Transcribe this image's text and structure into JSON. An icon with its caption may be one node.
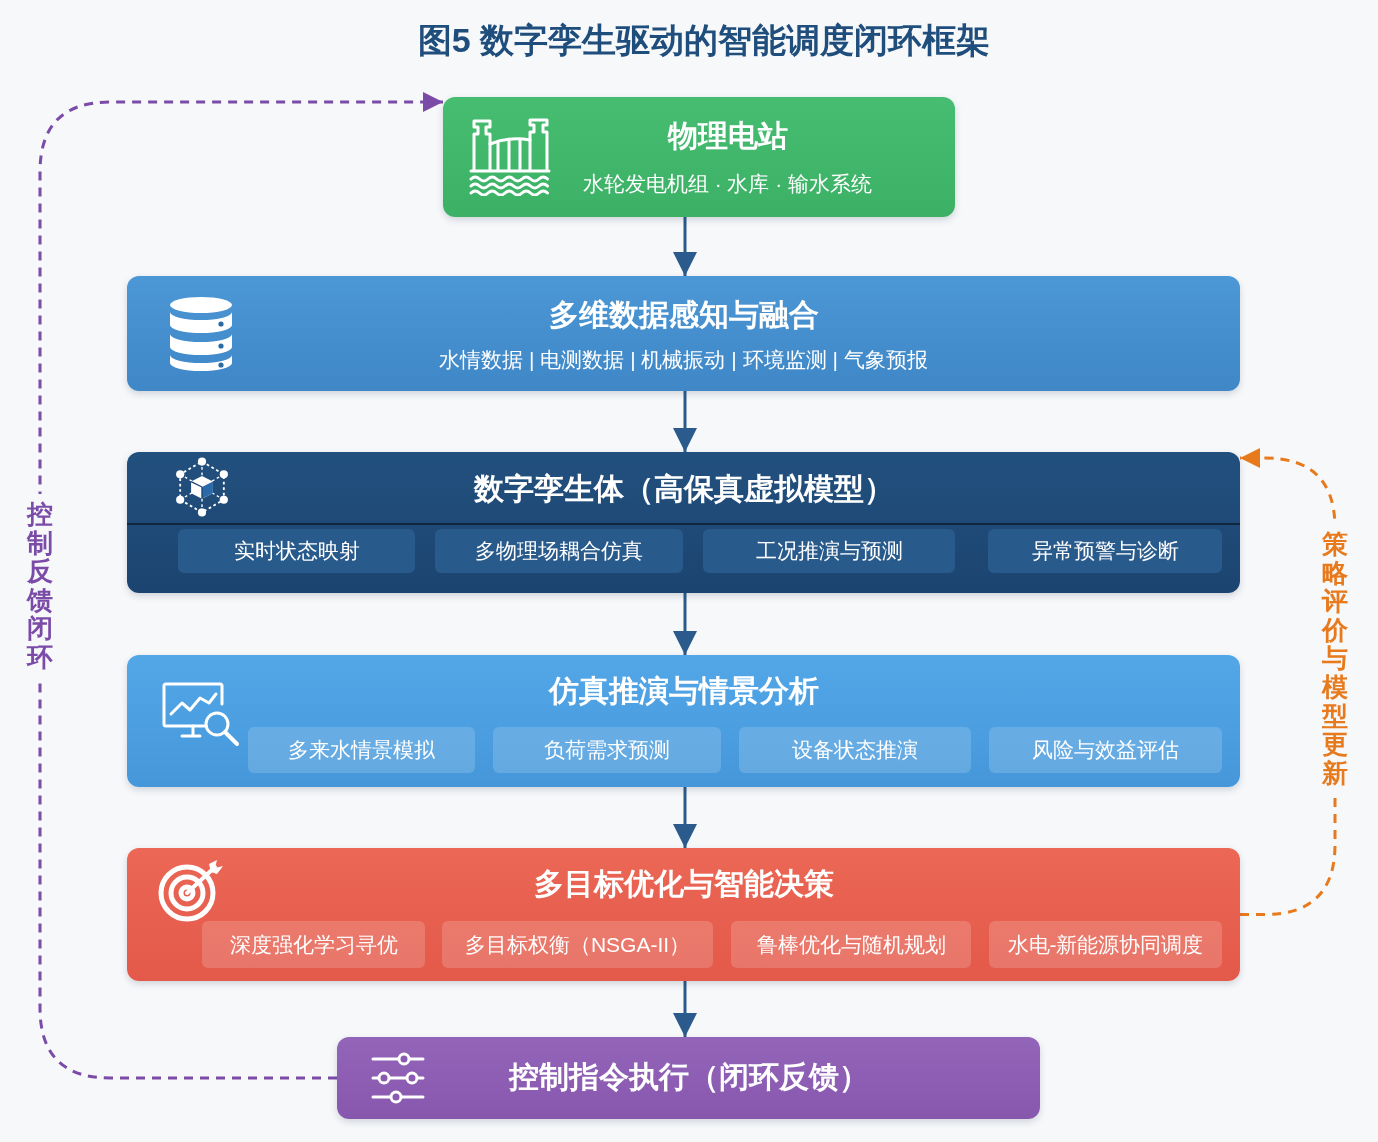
{
  "diagram": {
    "title": "图5 数字孪生驱动的智能调度闭环框架",
    "nodes": [
      {
        "text": [
          "物理电站",
          "水轮发电机组 · 水库 · 输水系统"
        ]
      },
      {
        "text": [
          "多维数据感知与融合",
          "水情数据 | 电测数据 | 机械振动 | 环境监测 | 气象预报"
        ]
      },
      {
        "text": [
          "数字孪生体（高保真虚拟模型）"
        ]
      },
      {
        "text": [
          "实时状态映射"
        ],
        "in": 2
      },
      {
        "text": [
          "多物理场耦合仿真"
        ],
        "in": 2
      },
      {
        "text": [
          "工况推演与预测"
        ],
        "in": 2
      },
      {
        "text": [
          "异常预警与诊断"
        ],
        "in": 2
      },
      {
        "text": [
          "仿真推演与情景分析"
        ]
      },
      {
        "text": [
          "多来水情景模拟"
        ],
        "in": 7
      },
      {
        "text": [
          "负荷需求预测"
        ],
        "in": 7
      },
      {
        "text": [
          "设备状态推演"
        ],
        "in": 7
      },
      {
        "text": [
          "风险与效益评估"
        ],
        "in": 7
      },
      {
        "text": [
          "多目标优化与智能决策"
        ]
      },
      {
        "text": [
          "深度强化学习寻优"
        ],
        "in": 12
      },
      {
        "text": [
          "多目标权衡（NSGA-II）"
        ],
        "in": 12
      },
      {
        "text": [
          "鲁棒优化与随机规划"
        ],
        "in": 12
      },
      {
        "text": [
          "水电-新能源协同调度"
        ],
        "in": 12
      },
      {
        "text": [
          "控制指令执行（闭环反馈）"
        ]
      }
    ],
    "edges": [
      {
        "from": 0,
        "to": 1,
        "arrow": "to"
      },
      {
        "from": 1,
        "to": 2,
        "arrow": "to"
      },
      {
        "from": 2,
        "to": 7,
        "arrow": "to"
      },
      {
        "from": 7,
        "to": 12,
        "arrow": "to"
      },
      {
        "from": 12,
        "to": 17,
        "arrow": "to"
      },
      {
        "from": 17,
        "to": 0,
        "arrow": "to",
        "label": "控制反馈闭环",
        "style": "dashed",
        "color": "#7b4ba8"
      },
      {
        "from": 12,
        "to": 2,
        "arrow": "to",
        "label": "策略评价与模型更新",
        "style": "dashed",
        "color": "#e87a1e"
      }
    ]
  }
}
